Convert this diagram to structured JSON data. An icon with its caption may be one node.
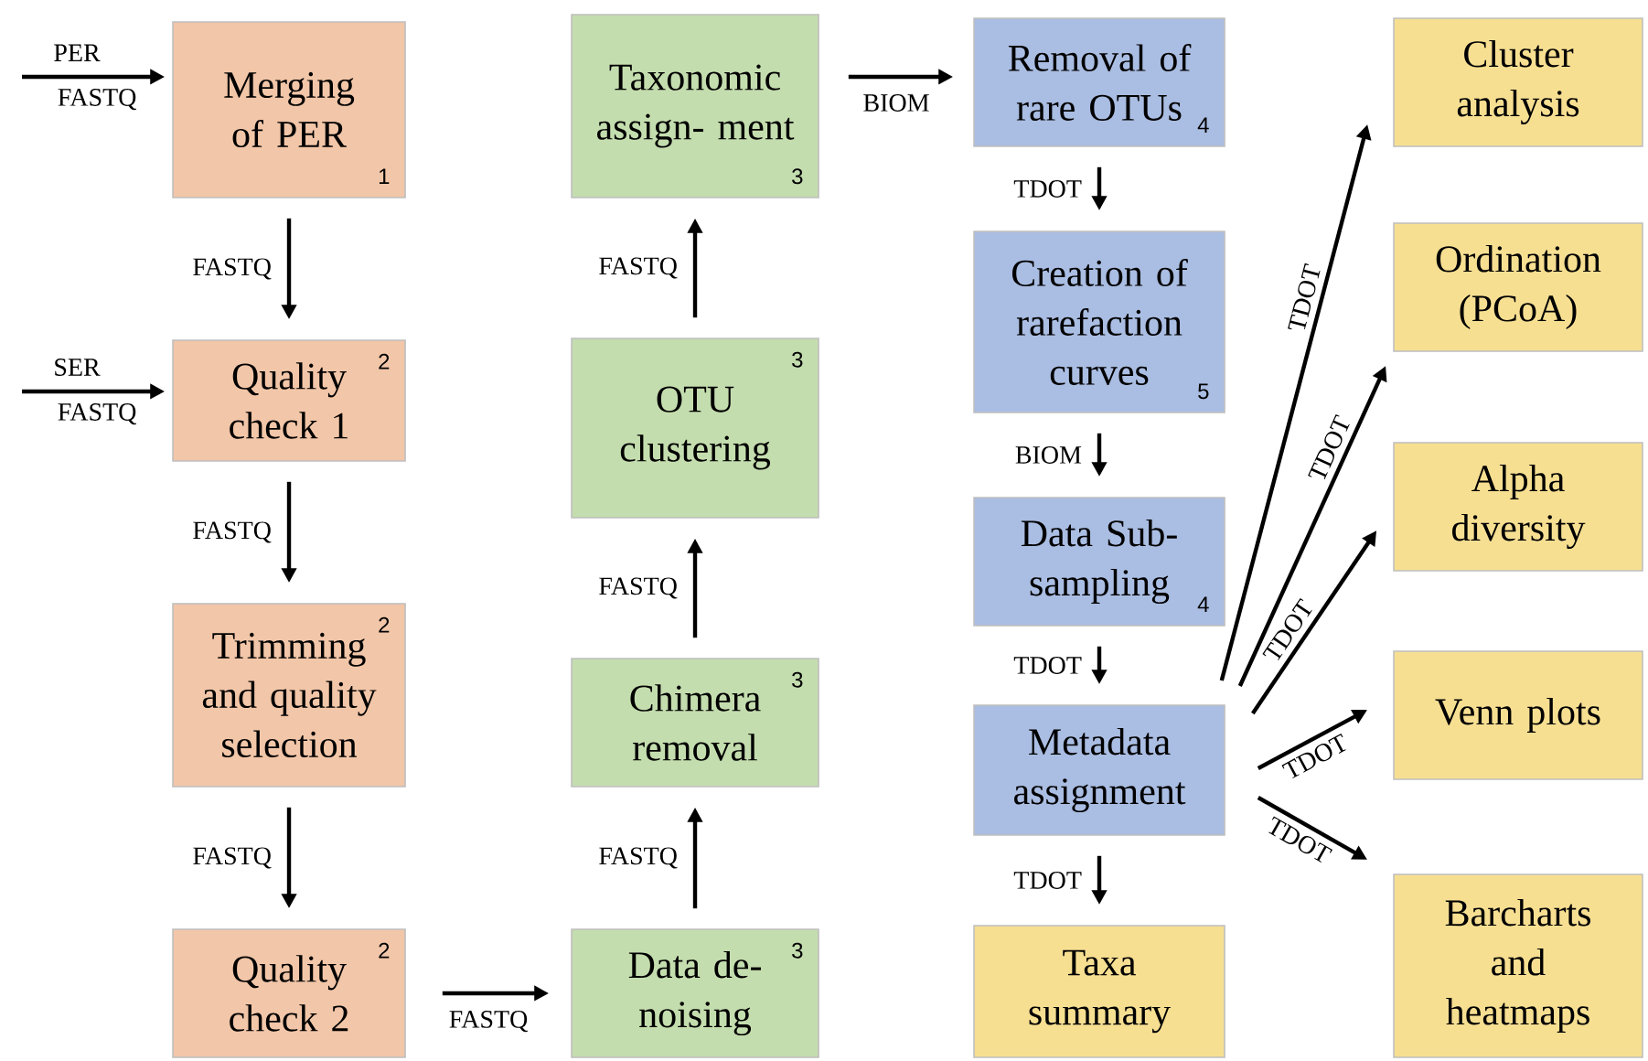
{
  "diagram": {
    "nodes": [
      {
        "text": [
          "Merging of PER",
          "1"
        ]
      },
      {
        "text": [
          "Quality check 1",
          "2"
        ]
      },
      {
        "text": [
          "Trimming and quality selection",
          "2"
        ]
      },
      {
        "text": [
          "Quality check 2",
          "2"
        ]
      },
      {
        "text": [
          "Data de- noising",
          "3"
        ]
      },
      {
        "text": [
          "Chimera removal",
          "3"
        ]
      },
      {
        "text": [
          "OTU clustering",
          "3"
        ]
      },
      {
        "text": [
          "Taxonomic assign- ment",
          "3"
        ]
      },
      {
        "text": [
          "Removal of rare OTUs",
          "4"
        ]
      },
      {
        "text": [
          "Creation of rarefaction curves",
          "5"
        ]
      },
      {
        "text": [
          "Data Sub- sampling",
          "4"
        ]
      },
      {
        "text": [
          "Metadata assignment"
        ]
      },
      {
        "text": [
          "Taxa summary"
        ]
      },
      {
        "text": [
          "Cluster analysis"
        ]
      },
      {
        "text": [
          "Ordination (PCoA)"
        ]
      },
      {
        "text": [
          "Alpha diversity"
        ]
      },
      {
        "text": [
          "Venn plots"
        ]
      },
      {
        "text": [
          "Barcharts and heatmaps"
        ]
      }
    ],
    "edges": [
      {
        "from": null,
        "to": 0,
        "arrow": "to",
        "label": "FASTQ"
      },
      {
        "from": 0,
        "to": 1,
        "arrow": "to",
        "label": "FASTQ"
      },
      {
        "from": null,
        "to": 1,
        "arrow": "to",
        "label": "FASTQ"
      },
      {
        "from": 1,
        "to": 2,
        "arrow": "to",
        "label": "FASTQ"
      },
      {
        "from": 2,
        "to": 3,
        "arrow": "to",
        "label": "FASTQ"
      },
      {
        "from": 3,
        "to": 4,
        "arrow": "to",
        "label": "FASTQ"
      },
      {
        "from": 4,
        "to": 5,
        "arrow": "to",
        "label": "FASTQ"
      },
      {
        "from": 5,
        "to": 6,
        "arrow": "to",
        "label": "FASTQ"
      },
      {
        "from": 6,
        "to": 7,
        "arrow": "to",
        "label": "FASTQ"
      },
      {
        "from": 7,
        "to": 8,
        "arrow": "to",
        "label": "BIOM"
      },
      {
        "from": 8,
        "to": 9,
        "arrow": "to",
        "label": "TDOT"
      },
      {
        "from": 9,
        "to": 10,
        "arrow": "to",
        "label": "BIOM"
      },
      {
        "from": 10,
        "to": 11,
        "arrow": "to",
        "label": "TDOT"
      },
      {
        "from": 11,
        "to": 12,
        "arrow": "to",
        "label": "TDOT"
      },
      {
        "from": 11,
        "to": 13,
        "arrow": "to",
        "label": "TDOT"
      },
      {
        "from": 11,
        "to": 14,
        "arrow": "to",
        "label": "TDOT"
      },
      {
        "from": 11,
        "to": 15,
        "arrow": "to",
        "label": "TDOT"
      },
      {
        "from": 11,
        "to": 16,
        "arrow": "to",
        "label": "TDOT"
      },
      {
        "from": 11,
        "to": 17,
        "arrow": "to",
        "label": "TDOT"
      }
    ],
    "labels": [
      "PER",
      "SER"
    ]
  }
}
